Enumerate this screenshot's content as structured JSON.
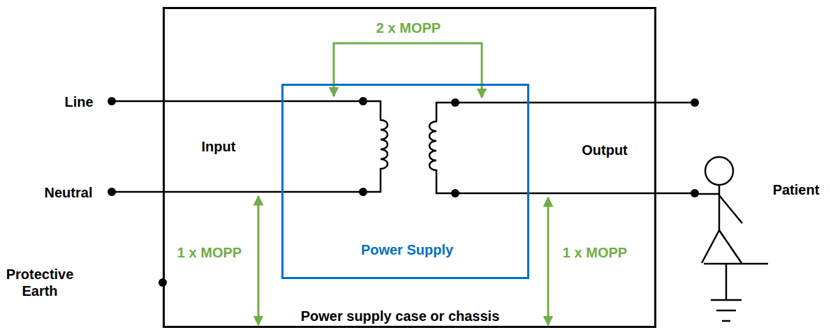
{
  "diagram": {
    "nodes": [
      {
        "text": [
          "Power supply case or chassis"
        ]
      },
      {
        "text": [
          "Power Supply"
        ],
        "in": 0
      }
    ],
    "labels": [
      "2 x MOPP",
      "Line",
      "Input",
      "Output",
      "Neutral",
      "1 x MOPP",
      "1 x MOPP",
      "Protective Earth",
      "Patient"
    ]
  }
}
